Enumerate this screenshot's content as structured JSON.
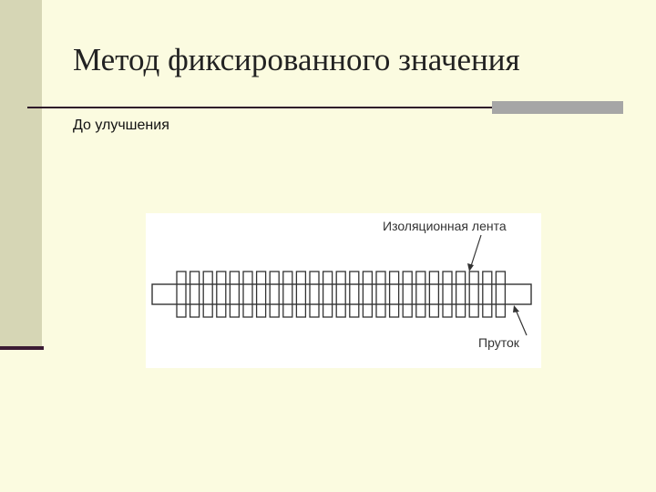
{
  "slide": {
    "title": "Метод фиксированного значения",
    "subtitle": "До улучшения"
  },
  "figure": {
    "label_tape": "Изоляционная лента",
    "label_rod": "Пруток"
  }
}
